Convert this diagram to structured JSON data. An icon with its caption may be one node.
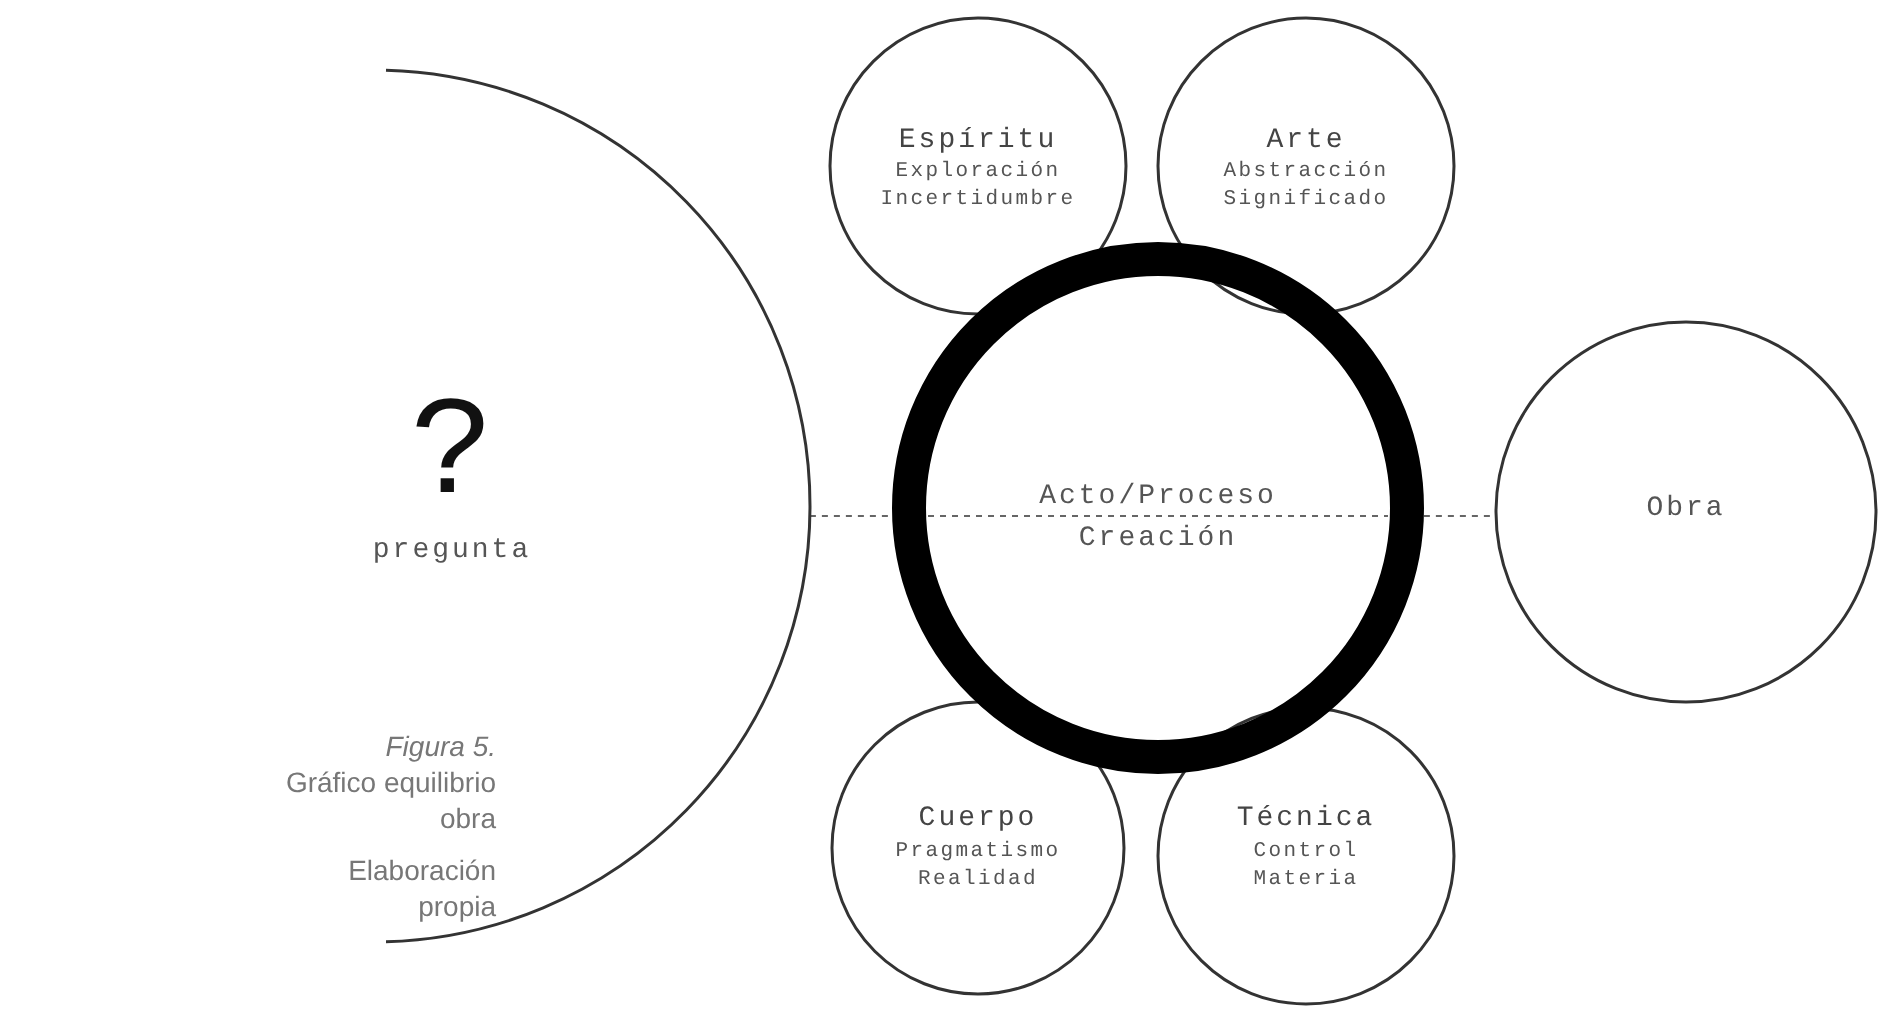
{
  "diagram": {
    "caption": "*Figura 5.* Gráfico equilibrio obra",
    "nodes": [
      {
        "text": [
          "?",
          "pregunta"
        ]
      },
      {
        "text": [
          "Espíritu",
          "Exploración",
          "Incertidumbre"
        ]
      },
      {
        "text": [
          "Arte",
          "Abstracción",
          "Significado"
        ]
      },
      {
        "text": [
          "Acto/Proceso",
          "Creación"
        ]
      },
      {
        "text": [
          "Obra"
        ]
      },
      {
        "text": [
          "Cuerpo",
          "Pragmatismo",
          "Realidad"
        ]
      },
      {
        "text": [
          "Técnica",
          "Control",
          "Materia"
        ]
      }
    ],
    "edges": [
      {
        "from": 0,
        "to": 3,
        "arrow": "none",
        "style": "dashed"
      },
      {
        "from": 3,
        "to": 4,
        "arrow": "none",
        "style": "dashed"
      }
    ],
    "labels": [
      "Elaboración propia"
    ]
  }
}
